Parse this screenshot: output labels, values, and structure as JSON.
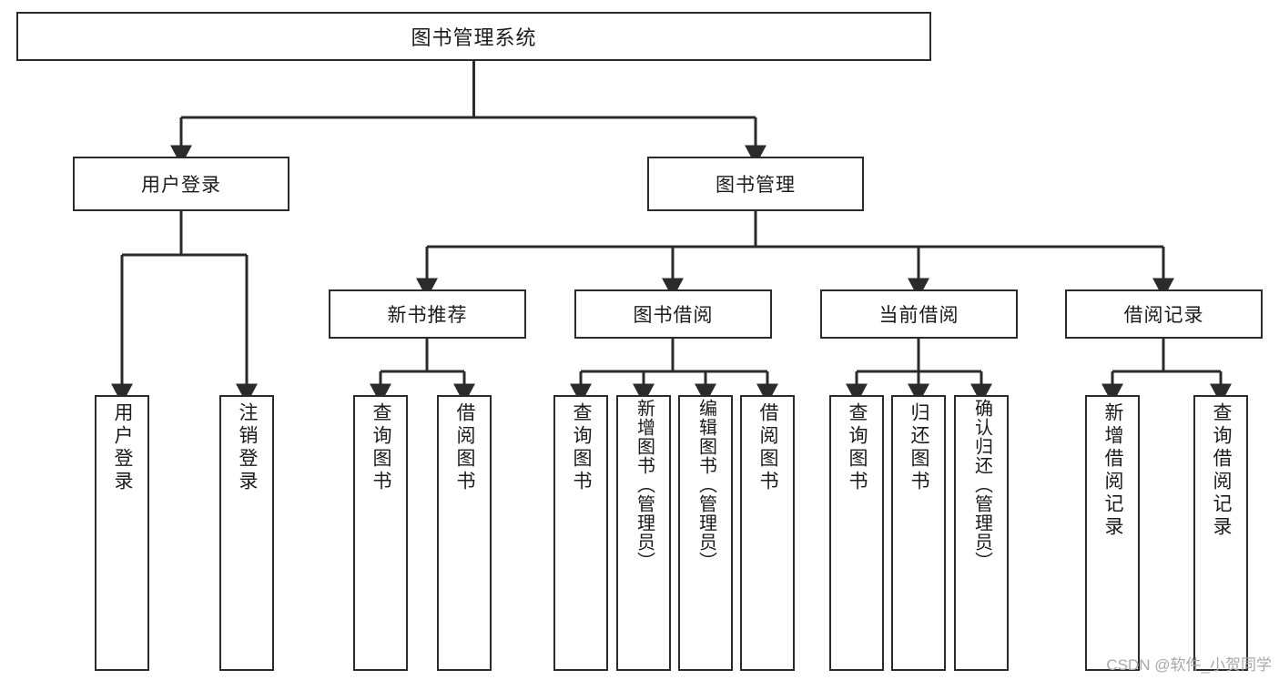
{
  "diagram": {
    "type": "tree-hierarchy-chart",
    "title": "图书管理系统",
    "line_color": "#2b2b2b",
    "box_fill": "#ffffff",
    "text_color": "#1b1b1b",
    "watermark": "CSDN @软件_小贺同学",
    "nodes": {
      "root": {
        "label": "图书管理系统"
      },
      "level1": [
        {
          "label": "用户登录"
        },
        {
          "label": "图书管理"
        }
      ],
      "level2": [
        {
          "label": "新书推荐"
        },
        {
          "label": "图书借阅"
        },
        {
          "label": "当前借阅"
        },
        {
          "label": "借阅记录"
        }
      ],
      "leaves": {
        "user_login": [
          {
            "label": "用户登录"
          },
          {
            "label": "注销登录"
          }
        ],
        "new_book_recommend": [
          {
            "label": "查询图书"
          },
          {
            "label": "借阅图书"
          }
        ],
        "book_borrow": [
          {
            "label": "查询图书"
          },
          {
            "label": "新增图书（管理员）"
          },
          {
            "label": "编辑图书（管理员）"
          },
          {
            "label": "借阅图书"
          }
        ],
        "current_borrow": [
          {
            "label": "查询图书"
          },
          {
            "label": "归还图书"
          },
          {
            "label": "确认归还（管理员）"
          }
        ],
        "borrow_record": [
          {
            "label": "新增借阅记录"
          },
          {
            "label": "查询借阅记录"
          }
        ]
      }
    }
  }
}
